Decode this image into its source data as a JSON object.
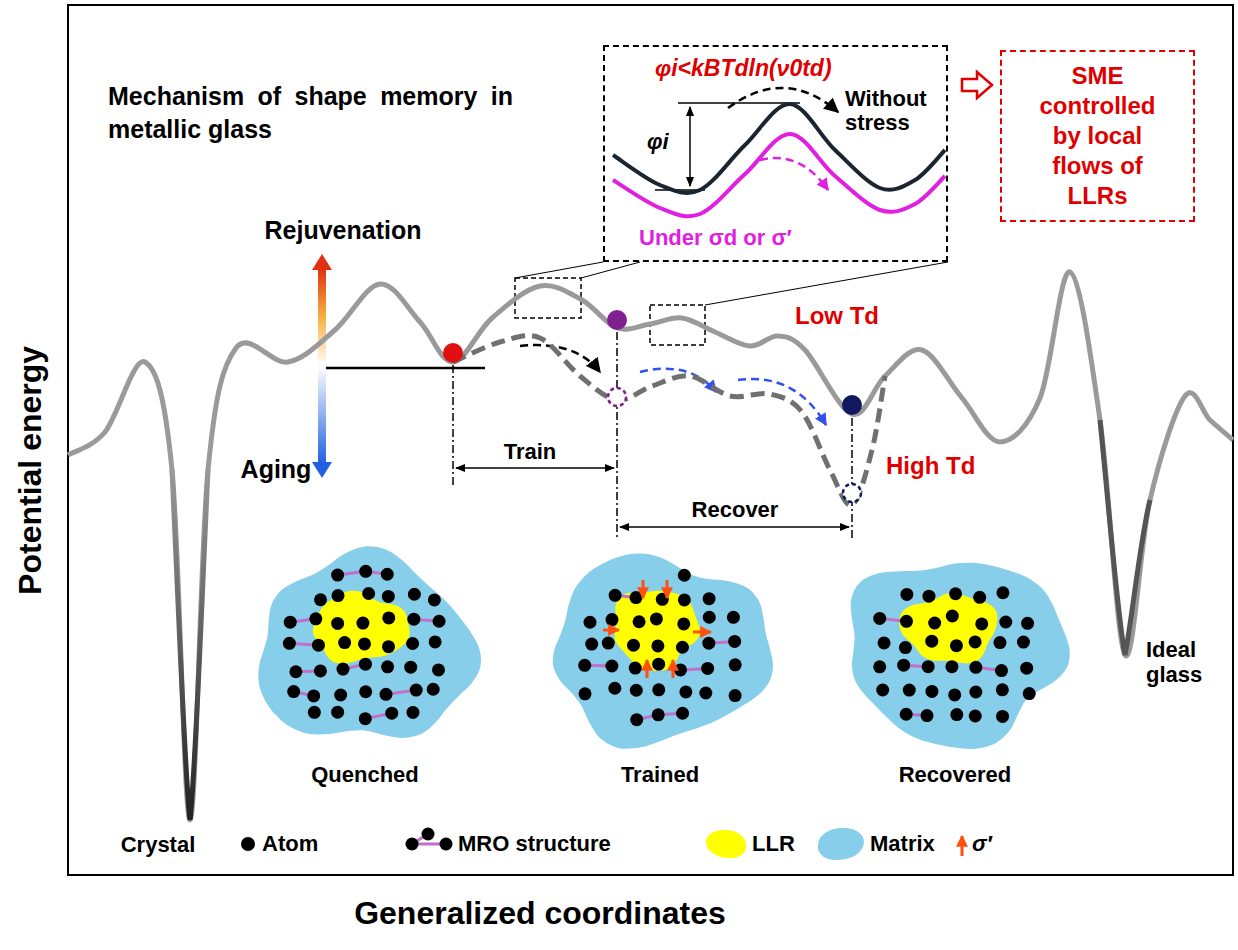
{
  "diagram": {
    "title": "Mechanism of shape memory in metallic glass",
    "nodes": [
      {
        "text": [
          "φi<kBTdln(ν0td)",
          "Without stress",
          "φi",
          "Under σd or σ′"
        ]
      },
      {
        "text": [
          "SME controlled by local flows of LLRs"
        ]
      }
    ],
    "edges": [
      {
        "from": 0,
        "to": 1,
        "arrow": "to"
      }
    ],
    "labels": [
      "Potential energy",
      "Generalized coordinates",
      "Rejuvenation",
      "Aging",
      "Low Td",
      "High Td",
      "Train",
      "Recover",
      "Quenched",
      "Trained",
      "Recovered",
      "Crystal",
      "Ideal glass"
    ],
    "legend": [
      {
        "text": "Atom"
      },
      {
        "text": "MRO structure"
      },
      {
        "text": "LLR",
        "color": "#ffff00"
      },
      {
        "text": "Matrix",
        "color": "#87ceeb"
      },
      {
        "text": "σ′"
      }
    ]
  }
}
